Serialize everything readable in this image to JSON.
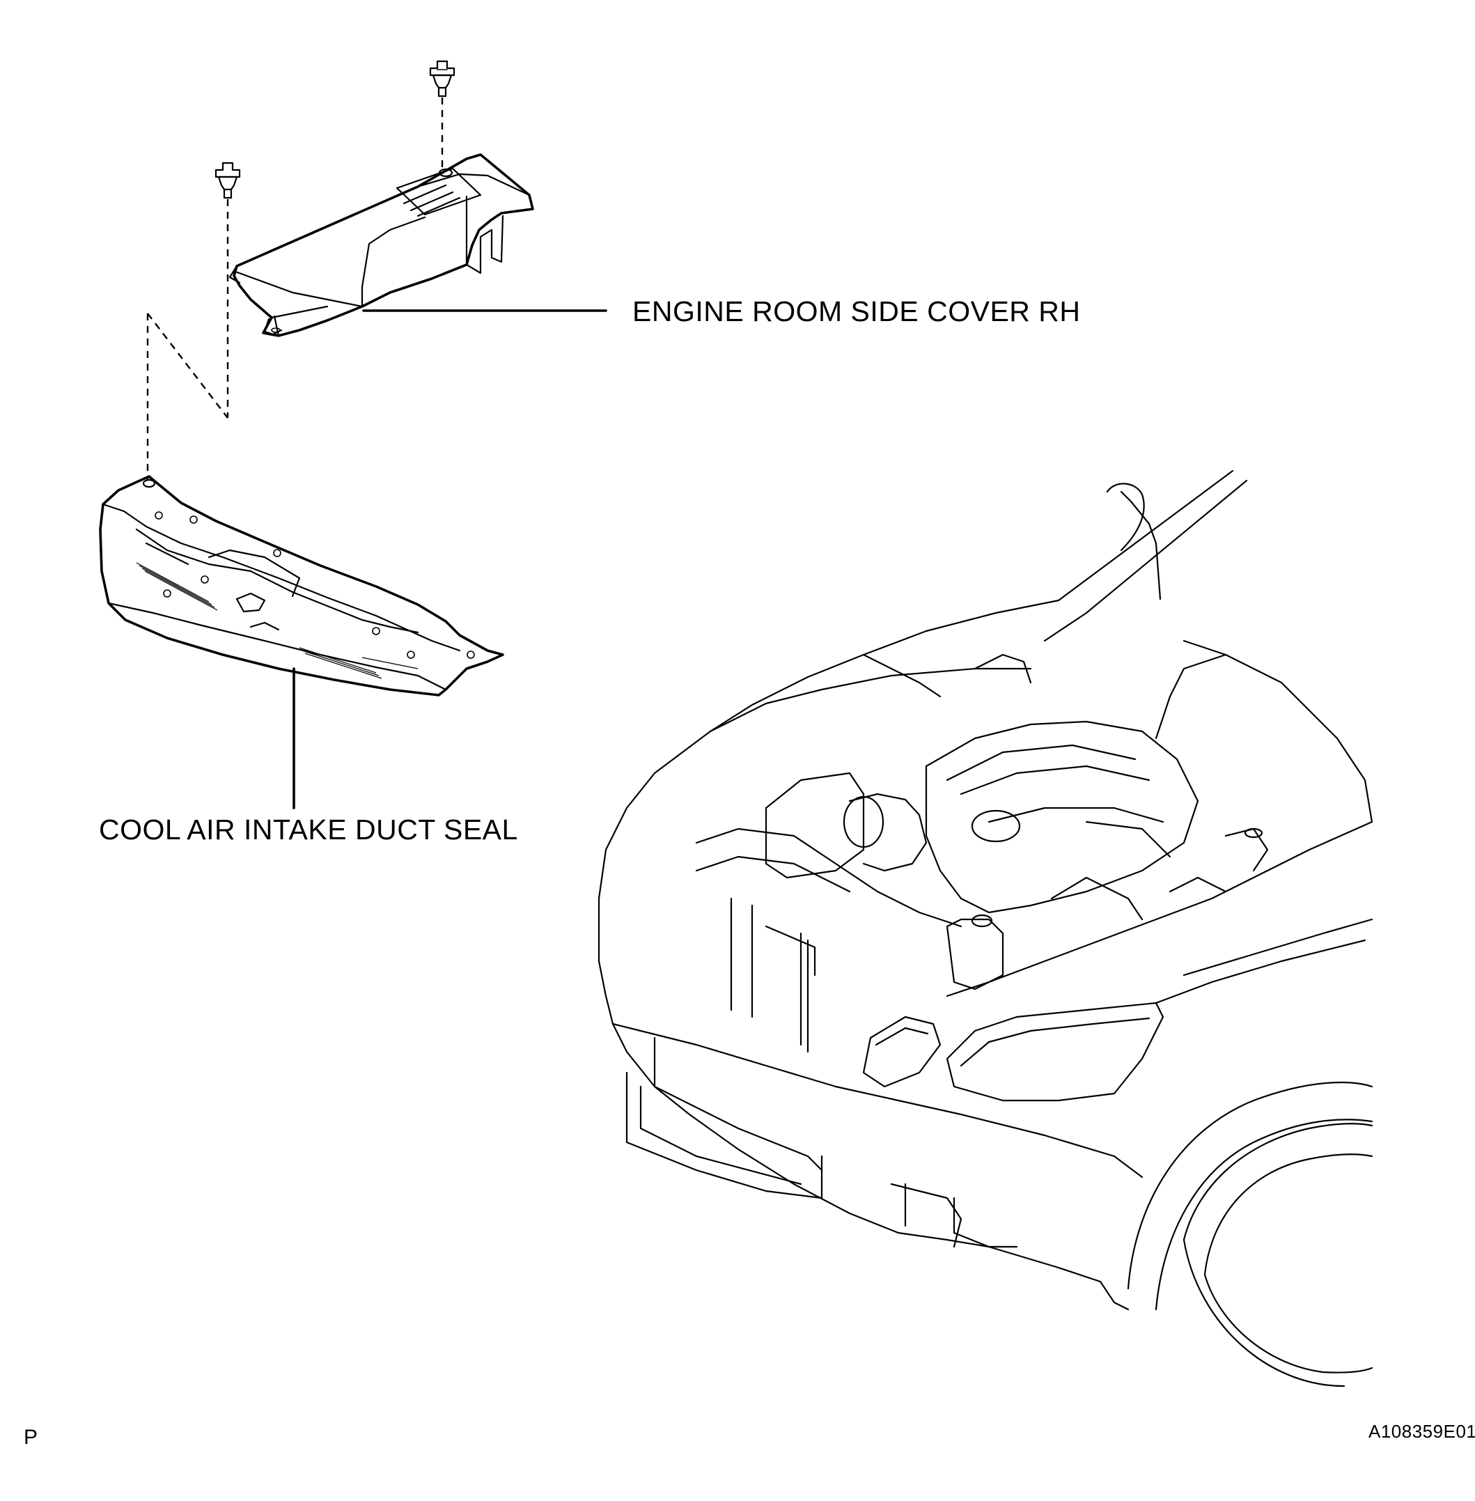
{
  "labels": {
    "engine_room_side_cover": "ENGINE ROOM SIDE COVER RH",
    "cool_air_intake_duct_seal": "COOL AIR INTAKE DUCT SEAL",
    "corner_mark": "P",
    "figure_id": "A108359E01"
  },
  "parts": [
    "clip",
    "clip",
    "engine-room-side-cover-rh",
    "cool-air-intake-duct-seal",
    "vehicle-front"
  ]
}
